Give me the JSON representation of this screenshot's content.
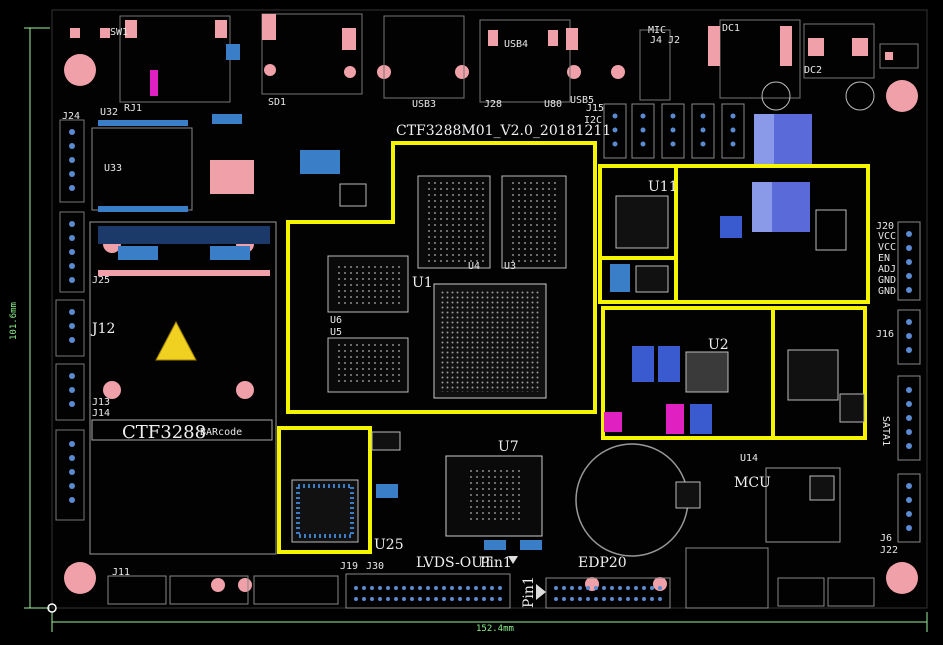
{
  "board": {
    "title": "CTF3288M01_V2.0_20181211",
    "silk_brand": "CTF3288",
    "barcode_label": "BARcode",
    "dim_height": "101.6mm",
    "dim_width": "152.4mm",
    "lvds": "LVDS-OUT",
    "pin1_a": "Pin1",
    "pin1_b": "Pin1",
    "edp": "EDP20",
    "mcu": "MCU"
  },
  "refs": {
    "U1": "U1",
    "U3": "U3",
    "U4": "U4",
    "U5": "U5",
    "U6": "U6",
    "U7": "U7",
    "U11": "U11",
    "U14": "U14",
    "U25": "U25",
    "U32": "U32",
    "U33": "U33",
    "U2": "U2",
    "J12": "J12",
    "J13": "J13",
    "J14": "J14",
    "J25": "J25",
    "J24": "J24",
    "J11": "J11",
    "J16": "J16",
    "J19": "J19",
    "J30": "J30",
    "J20": "J20",
    "J22": "J22",
    "J6": "J6",
    "J4": "J4",
    "J2": "J2",
    "J15": "J15",
    "J28": "J28",
    "RJ1": "RJ1",
    "SD1": "SD1",
    "USB3": "USB3",
    "USB5": "USB5",
    "U80": "U80",
    "DC1": "DC1",
    "DC2": "DC2",
    "SW1": "SW1",
    "MIC": "MIC",
    "USB4": "USB4",
    "SATA1": "SATA1",
    "I2C": "I2C"
  },
  "power_labels": [
    "VCC",
    "VCC",
    "EN",
    "ADJ",
    "GND",
    "GND"
  ],
  "colors": {
    "board": "#000000",
    "pad": "#f0a0a8",
    "trace_blue": "#3a7ec8",
    "highlight": "#f5f500",
    "silk": "#e8e8e8",
    "dimension": "#9cf09c",
    "magenta": "#e020c0",
    "warning": "#f0d020"
  }
}
